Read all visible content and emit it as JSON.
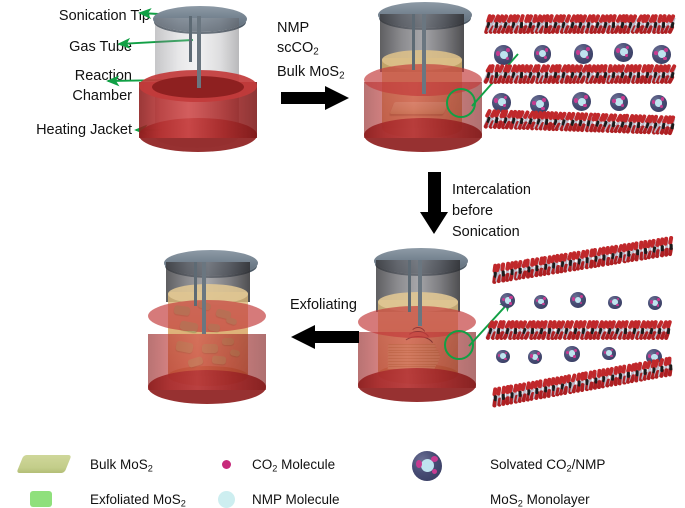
{
  "figure": {
    "background": "#ffffff",
    "annotation_color": "#11a045",
    "arrow_color": "#000000"
  },
  "callout_labels": [
    {
      "id": "sonication-tip",
      "text": "Sonication Tip"
    },
    {
      "id": "gas-tube",
      "text": "Gas Tube"
    },
    {
      "id": "reaction-chamber",
      "line1": "Reaction",
      "line2": "Chamber"
    },
    {
      "id": "heating-jacket",
      "text": "Heating Jacket"
    }
  ],
  "step_labels": {
    "inputs": {
      "line1": "NMP",
      "line2": "scCO",
      "line2_sub": "2",
      "line3a": "Bulk MoS",
      "line3_sub": "2"
    },
    "intercalation": {
      "line1": "Intercalation",
      "line2": "before",
      "line3": "Sonication"
    },
    "exfoliating": "Exfoliating"
  },
  "legend": {
    "items": [
      {
        "id": "bulk-mos2",
        "label": "Bulk MoS",
        "sub": "2",
        "color": "#c3cd8a",
        "icon": "slab-icon"
      },
      {
        "id": "exfoliated-mos2",
        "label": "Exfoliated MoS",
        "sub": "2",
        "color": "#8fe07c",
        "icon": "flake-icon"
      },
      {
        "id": "co2-molecule",
        "label": "Molecule",
        "pre": "CO",
        "sub": "2",
        "color": "#c72a7b",
        "icon": "co2-dot-icon"
      },
      {
        "id": "nmp-molecule",
        "label": "NMP Molecule",
        "color": "#cdeef0",
        "icon": "nmp-dot-icon"
      },
      {
        "id": "solvated",
        "label": "NMP",
        "pre": "Solvated CO",
        "sub": "2",
        "mid": "/",
        "color": "#3f4569",
        "icon": "solvated-sphere-icon"
      },
      {
        "id": "mos2-monolayer",
        "label": " Monolayer",
        "pre": "MoS",
        "sub": "2",
        "color": "#c0282b",
        "icon": "monolayer-icon"
      }
    ]
  },
  "reactors": [
    {
      "id": "reactor-empty",
      "state": "empty"
    },
    {
      "id": "reactor-charged",
      "state": "bulk-mos2-in-solvent"
    },
    {
      "id": "reactor-sonicating",
      "state": "intercalated-stack-sonicating"
    },
    {
      "id": "reactor-exfoliated",
      "state": "exfoliated-flakes-dispersed"
    }
  ],
  "molecular_panels": [
    {
      "id": "panel-intercalation",
      "layers": 3,
      "sphere_rows": 2,
      "description": "stacked MoS2 layers with intercalated solvated CO2/NMP spheres"
    },
    {
      "id": "panel-exfoliation",
      "layers": 3,
      "sphere_rows": 2,
      "description": "separated tilted MoS2 layers with solvated spheres between them"
    }
  ]
}
